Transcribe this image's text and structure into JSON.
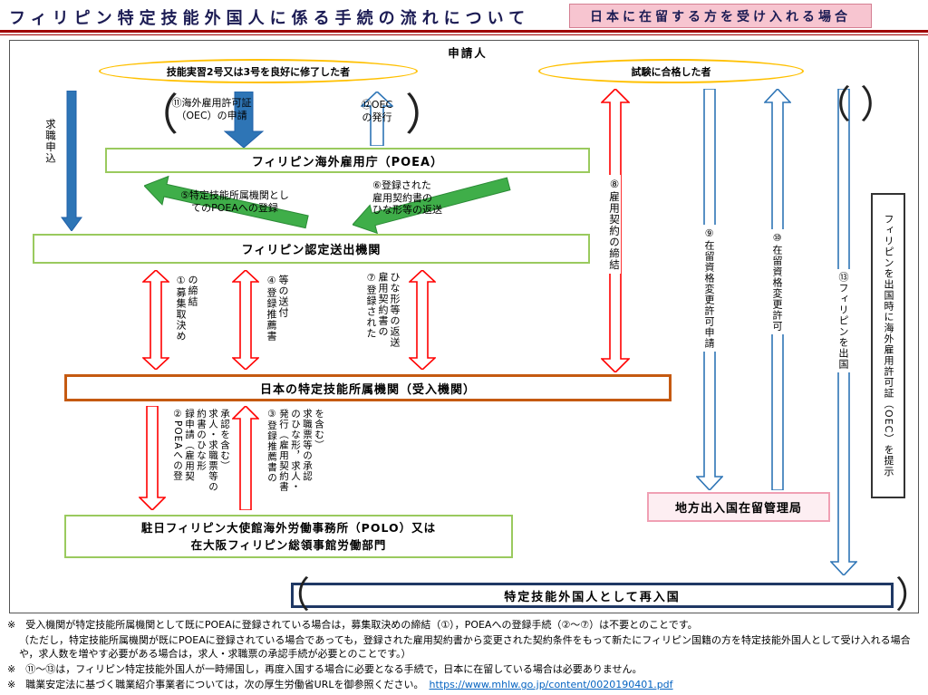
{
  "colors": {
    "red": "#ff0000",
    "blue": "#2e75b6",
    "blue-dark": "#1f5fa8",
    "green": "#3fae49",
    "green-dark": "#2a8a35",
    "divider-red": "#a00000",
    "badge-bg": "#f7c5d0",
    "badge-border": "#d47f92",
    "navy": "#1f3864",
    "orange": "#c55a11",
    "box-green": "#9aca5e",
    "oval-yellow": "#ffc000",
    "pink-border": "#f0a0b4",
    "pink-bg": "#fdeef2",
    "title-color": "#1c1c54",
    "link-blue": "#0563c1"
  },
  "header": {
    "title": "フィリピン特定技能外国人に係る手続の流れについて",
    "badge": "日本に在留する方を受け入れる場合"
  },
  "flow": {
    "applicant": "申請人",
    "oval_left": "技能実習2号又は3号を良好に修了した者",
    "oval_right": "試験に合格した者",
    "job_application": "求職申込",
    "poea": "フィリピン海外雇用庁（POEA）",
    "sending_org": "フィリピン認定送出機関",
    "receiving_org": "日本の特定技能所属機関（受入機関）",
    "polo": "駐日フィリピン大使館海外労働事務所（POLO）又は\n在大阪フィリピン総領事館労働部門",
    "immigration": "地方出入国在留管理局",
    "reentry": "特定技能外国人として再入国",
    "oec_presentation": "フィリピンを出国時に海外雇用許可証（OEC）を提示",
    "bracket_open": "（",
    "bracket_close": "）",
    "steps": {
      "s1": "①募集取決め\nの締結",
      "s2": "②POEAへの登\n録申請（雇用契\n約書のひな形\n求人・求職票等の\n承認を含む）",
      "s3": "③登録推薦書の\n発行（雇用契約書\nのひな形，求人・\n求職票等の承認\nを含む）",
      "s4": "④登録推薦書\n等の送付",
      "s5": "⑤特定技能所属機関とし\nてのPOEAへの登録",
      "s6": "⑥登録された\n雇用契約書の\nひな形等の返送",
      "s7": "⑦登録された\n雇用契約書の\nひな形等の返送",
      "s8": "⑧雇用契約の締結",
      "s9": "⑨在留資格変更許可申請",
      "s10": "⑩在留資格変更許可",
      "s11": "⑪海外雇用許可証\n（OEC）の申請",
      "s12": "⑫OEC\nの発行",
      "s13": "⑬フィリピンを出国"
    }
  },
  "notes": {
    "note1": "※　受入機関が特定技能所属機関として既にPOEAに登録されている場合は，募集取決めの締結（①），POEAへの登録手続（②～⑦）は不要とのことです。",
    "note1_cont": "（ただし，特定技能所属機関が既にPOEAに登録されている場合であっても，登録された雇用契約書から変更された契約条件をもって新たにフィリピン国籍の方を特定技能外国人として受け入れる場合や，求人数を増やす必要がある場合は，求人・求職票の承認手続が必要とのことです。）",
    "note2": "※　⑪～⑬は，フィリピン特定技能外国人が一時帰国し，再度入国する場合に必要となる手続で，日本に在留している場合は必要ありません。",
    "note3": "※　職業安定法に基づく職業紹介事業者については，次の厚生労働省URLを御参照ください。",
    "note3_link": "https://www.mhlw.go.jp/content/0020190401.pdf"
  }
}
